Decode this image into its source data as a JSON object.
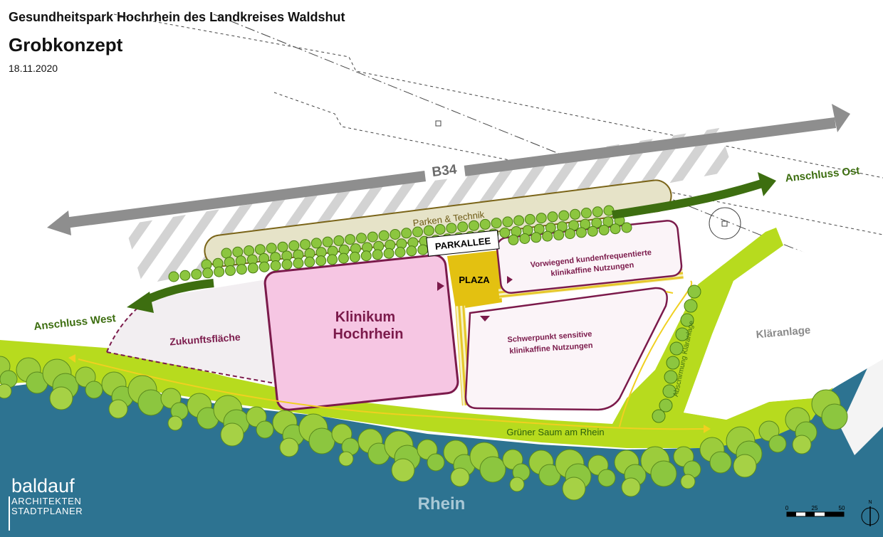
{
  "header": {
    "title": "Gesundheitspark Hochrhein des Landkreises Waldshut",
    "subtitle": "Grobkonzept",
    "date": "18.11.2020"
  },
  "labels": {
    "road": "B34",
    "parking": "Parken  &  Technik",
    "parkallee": "PARKALLEE",
    "plaza": "PLAZA",
    "clinic_line1": "Klinikum",
    "clinic_line2": "Hochrhein",
    "future": "Zukunftsfläche",
    "customer_line1": "Vorwiegend kundenfrequentierte",
    "customer_line2": "klinikaffine Nutzungen",
    "sensitive_line1": "Schwerpunkt sensitive",
    "sensitive_line2": "klinikaffine Nutzungen",
    "east": "Anschluss Ost",
    "west": "Anschluss West",
    "sewage": "Kläranlage",
    "shield": "Abschirmung Kläranlage",
    "green_belt": "Grüner Saum am Rhein",
    "river": "Rhein"
  },
  "scale": {
    "ticks": [
      "0",
      "25",
      "50"
    ],
    "north": "N"
  },
  "brand": {
    "name": "baldauf",
    "line1": "ARCHITEKTEN",
    "line2": "STADTPLANER"
  },
  "colors": {
    "road_gray": "#8e8e8e",
    "river_blue": "#2d7391",
    "lime": "#b7db1e",
    "tree_green": "#8cc63f",
    "dark_green": "#3d6e10",
    "magenta": "#7b1a4b",
    "pink": "#f6c6e3",
    "parking_beige": "#e6e3c8",
    "plaza_yellow": "#e3c111"
  }
}
